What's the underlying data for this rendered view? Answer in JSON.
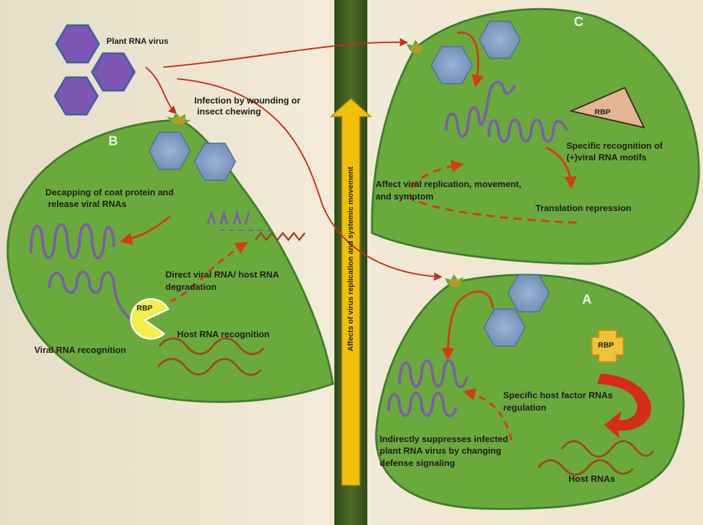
{
  "colors": {
    "background": "#efe5d0",
    "cell_fill": "#6aaa3d",
    "cell_border": "#3f7f2b",
    "stem": "#3f5a1e",
    "stem_arrow": "#f2c00a",
    "virus_hex": "#7f9cc2",
    "viral_rna": "#7b5ea7",
    "host_rna": "#9a4a1e",
    "arrow": "#d83a14",
    "rbp_triangle": "#e5b493",
    "rbp_cross": "#eec23a",
    "rbp_pacman": "#f2ee4a"
  },
  "title": {
    "virus_label": "Plant RNA virus",
    "infection_label_line1": "Infection by wounding or",
    "infection_label_line2": "insect chewing"
  },
  "stem": {
    "label": "Affects of virus replication and systemic movement"
  },
  "panel_b": {
    "letter": "B",
    "decapping_line1": "Decapping of  coat protein and",
    "decapping_line2": "release viral RNAs",
    "direct_degradation_line1": "Direct viral RNA/ host RNA",
    "direct_degradation_line2": "degradation",
    "rbp": "RBP",
    "viral_recognition": "Viral RNA recognition",
    "host_recognition": "Host RNA recognition"
  },
  "panel_c": {
    "letter": "C",
    "rbp": "RBP",
    "specific_recognition_line1": "Specific recognition of",
    "specific_recognition_line2": "(+)viral RNA motifs",
    "affect_line1": "Affect viral replication, movement,",
    "affect_line2": "and symptom",
    "translation_repression": "Translation repression"
  },
  "panel_a": {
    "letter": "A",
    "rbp": "RBP",
    "host_factor_line1": "Specific host factor RNAs",
    "host_factor_line2": "regulation",
    "indirect_line1": "Indirectly suppresses infected",
    "indirect_line2": "plant RNA virus by changing",
    "indirect_line3": "defense signaling",
    "host_rnas": "Host RNAs"
  }
}
